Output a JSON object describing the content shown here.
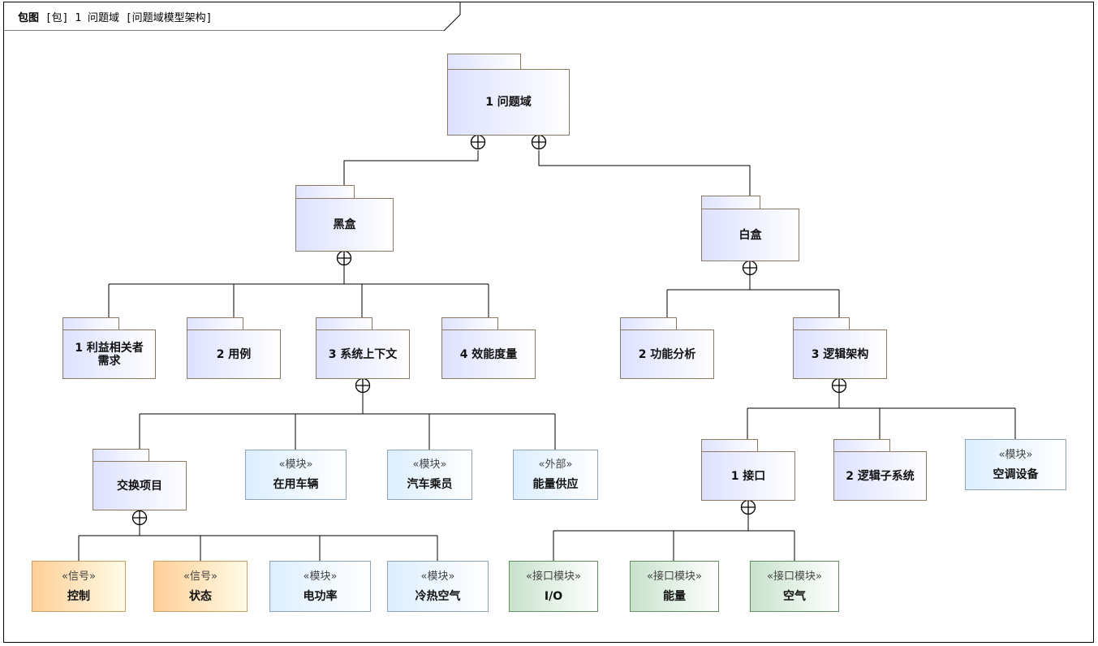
{
  "header": {
    "kind": "包图",
    "text": "[包] 1 问题域 [问题域模型架构]"
  },
  "packages": {
    "root": "1 问题域",
    "blackbox": "黑盒",
    "whitebox": "白盒",
    "stakeholder": "1 利益相关者\n需求",
    "usecase": "2 用例",
    "context": "3 系统上下文",
    "moe": "4 效能度量",
    "function": "2 功能分析",
    "logical": "3 逻辑架构",
    "exchange": "交换项目",
    "interface": "1 接口",
    "subsystem": "2 逻辑子系统"
  },
  "blocks": {
    "vehicle": {
      "stereotype": "«模块»",
      "name": "在用车辆"
    },
    "passenger": {
      "stereotype": "«模块»",
      "name": "汽车乘员"
    },
    "power": {
      "stereotype": "«外部»",
      "name": "能量供应"
    },
    "ac": {
      "stereotype": "«模块»",
      "name": "空调设备"
    },
    "control": {
      "stereotype": "«信号»",
      "name": "控制"
    },
    "state": {
      "stereotype": "«信号»",
      "name": "状态"
    },
    "elecpower": {
      "stereotype": "«模块»",
      "name": "电功率"
    },
    "air_hotcold": {
      "stereotype": "«模块»",
      "name": "冷热空气"
    },
    "io": {
      "stereotype": "«接口模块»",
      "name": "I/O"
    },
    "energy": {
      "stereotype": "«接口模块»",
      "name": "能量"
    },
    "air": {
      "stereotype": "«接口模块»",
      "name": "空气"
    }
  },
  "colors": {
    "package_fill": "#dde1ff",
    "module_fill": "#dceeff",
    "signal_fill": "#ffcf98",
    "interface_fill": "#c8e2cc",
    "line": "#000000"
  }
}
